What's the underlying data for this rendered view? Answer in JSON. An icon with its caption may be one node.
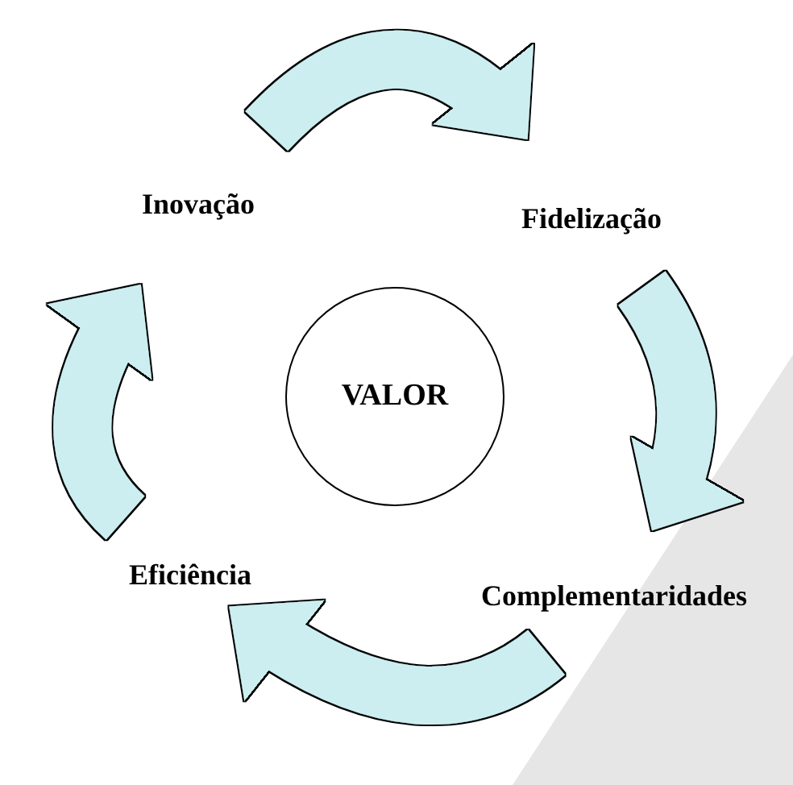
{
  "diagram": {
    "nodes": [
      {
        "text": [
          "VALOR"
        ]
      },
      {
        "text": [
          "Inovação"
        ]
      },
      {
        "text": [
          "Fidelização"
        ]
      },
      {
        "text": [
          "Complementaridades"
        ]
      },
      {
        "text": [
          "Eficiência"
        ]
      }
    ],
    "edges": [
      {
        "from": 1,
        "to": 2,
        "arrow": "to"
      },
      {
        "from": 2,
        "to": 3,
        "arrow": "to"
      },
      {
        "from": 3,
        "to": 4,
        "arrow": "to"
      },
      {
        "from": 4,
        "to": 1,
        "arrow": "to"
      }
    ]
  }
}
